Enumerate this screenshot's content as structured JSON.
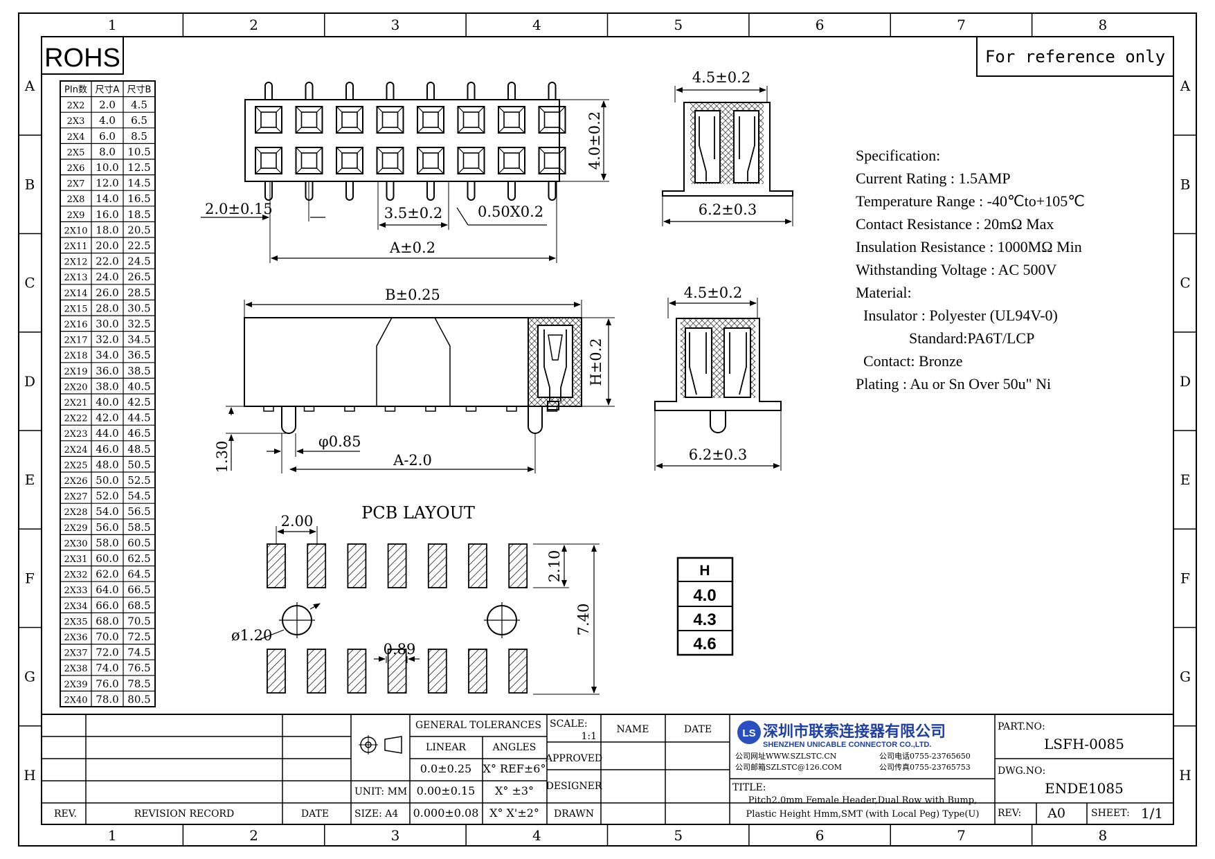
{
  "frame": {
    "col_labels": [
      "1",
      "2",
      "3",
      "4",
      "5",
      "6",
      "7",
      "8"
    ],
    "row_labels": [
      "A",
      "B",
      "C",
      "D",
      "E",
      "F",
      "G",
      "H"
    ]
  },
  "rohs_label": "ROHS",
  "reference_note": "For reference only",
  "pin_table": {
    "headers": [
      "PIn数",
      "尺寸A",
      "尺寸B"
    ],
    "rows": [
      [
        "2X2",
        "2.0",
        "4.5"
      ],
      [
        "2X3",
        "4.0",
        "6.5"
      ],
      [
        "2X4",
        "6.0",
        "8.5"
      ],
      [
        "2X5",
        "8.0",
        "10.5"
      ],
      [
        "2X6",
        "10.0",
        "12.5"
      ],
      [
        "2X7",
        "12.0",
        "14.5"
      ],
      [
        "2X8",
        "14.0",
        "16.5"
      ],
      [
        "2X9",
        "16.0",
        "18.5"
      ],
      [
        "2X10",
        "18.0",
        "20.5"
      ],
      [
        "2X11",
        "20.0",
        "22.5"
      ],
      [
        "2X12",
        "22.0",
        "24.5"
      ],
      [
        "2X13",
        "24.0",
        "26.5"
      ],
      [
        "2X14",
        "26.0",
        "28.5"
      ],
      [
        "2X15",
        "28.0",
        "30.5"
      ],
      [
        "2X16",
        "30.0",
        "32.5"
      ],
      [
        "2X17",
        "32.0",
        "34.5"
      ],
      [
        "2X18",
        "34.0",
        "36.5"
      ],
      [
        "2X19",
        "36.0",
        "38.5"
      ],
      [
        "2X20",
        "38.0",
        "40.5"
      ],
      [
        "2X21",
        "40.0",
        "42.5"
      ],
      [
        "2X22",
        "42.0",
        "44.5"
      ],
      [
        "2X23",
        "44.0",
        "46.5"
      ],
      [
        "2X24",
        "46.0",
        "48.5"
      ],
      [
        "2X25",
        "48.0",
        "50.5"
      ],
      [
        "2X26",
        "50.0",
        "52.5"
      ],
      [
        "2X27",
        "52.0",
        "54.5"
      ],
      [
        "2X28",
        "54.0",
        "56.5"
      ],
      [
        "2X29",
        "56.0",
        "58.5"
      ],
      [
        "2X30",
        "58.0",
        "60.5"
      ],
      [
        "2X31",
        "60.0",
        "62.5"
      ],
      [
        "2X32",
        "62.0",
        "64.5"
      ],
      [
        "2X33",
        "64.0",
        "66.5"
      ],
      [
        "2X34",
        "66.0",
        "68.5"
      ],
      [
        "2X35",
        "68.0",
        "70.5"
      ],
      [
        "2X36",
        "70.0",
        "72.5"
      ],
      [
        "2X37",
        "72.0",
        "74.5"
      ],
      [
        "2X38",
        "74.0",
        "76.5"
      ],
      [
        "2X39",
        "76.0",
        "78.5"
      ],
      [
        "2X40",
        "78.0",
        "80.5"
      ]
    ]
  },
  "dims": {
    "top_height": "4.0±0.2",
    "pitch": "2.0±0.15",
    "peg_spacing": "3.5±0.2",
    "pin_size": "0.50X0.2",
    "a_dim": "A±0.2",
    "side_top_width": "4.5±0.2",
    "side_top_bottom": "6.2±0.3",
    "b_dim": "B±0.25",
    "h_dim": "H±0.2",
    "peg_height": "1.30",
    "peg_dia": "φ0.85",
    "a_minus": "A-2.0",
    "side2_width": "4.5±0.2",
    "side2_bottom": "6.2±0.3"
  },
  "pcb": {
    "title": "PCB LAYOUT",
    "pitch": "2.00",
    "pad_len": "2.10",
    "row_span": "7.40",
    "hole_dia": "ø1.20",
    "pad_width": "0.89"
  },
  "h_table": {
    "header": "H",
    "values": [
      "4.0",
      "4.3",
      "4.6"
    ]
  },
  "spec": [
    "Specification:",
    "Current Rating : 1.5AMP",
    "Temperature Range : -40℃to+105℃",
    "Contact Resistance : 20mΩ Max",
    "Insulation Resistance : 1000MΩ Min",
    "Withstanding Voltage : AC 500V",
    "Material:",
    "  Insulator : Polyester (UL94V-0)",
    "              Standard:PA6T/LCP",
    "  Contact: Bronze",
    "Plating : Au or Sn Over 50u\" Ni"
  ],
  "title_block": {
    "rev_label": "REV.",
    "revision_record": "REVISION RECORD",
    "date_label": "DATE",
    "unit": "UNIT: MM",
    "size": "SIZE: A4",
    "general_tolerances": "GENERAL TOLERANCES",
    "linear": "LINEAR",
    "angles": "ANGLES",
    "tol_linear": [
      "0.0±0.25",
      "0.00±0.15",
      "0.000±0.08"
    ],
    "tol_angles": [
      "X° REF±6°",
      "X° ±3°",
      "X° X'±2°"
    ],
    "scale_label": "SCALE:",
    "scale_value": "1:1",
    "approved": "APPROVED",
    "designer": "DESIGNER",
    "drawn": "DRAWN",
    "name_label": "NAME",
    "date_col": "DATE",
    "company_cn": "深圳市联索连接器有限公司",
    "company_en": "SHENZHEN UNICABLE CONNECTOR CO.,LTD.",
    "company_web": "公司网址WWW.SZLSTC.CN",
    "company_tel": "公司电话0755-23765650",
    "company_mail": "公司邮箱SZLSTC@126.COM",
    "company_fax": "公司传真0755-23765753",
    "logo_text": "LS",
    "part_no_label": "PART.NO:",
    "part_no": "LSFH-0085",
    "dwg_no_label": "DWG.NO:",
    "dwg_no": "ENDE1085",
    "title_label": "TITLE:",
    "title_line1": "Pitch2.0mm Female Header,Dual Row with Bump,",
    "title_line2": "Plastic Height Hmm,SMT (with Local Peg) Type(U)",
    "rev_field_label": "REV:",
    "rev_value": "A0",
    "sheet_label": "SHEET:",
    "sheet_value": "1/1"
  },
  "colors": {
    "line": "#000000",
    "company_blue": "#1f3fa6",
    "logo_blue": "#2a4fbf"
  }
}
